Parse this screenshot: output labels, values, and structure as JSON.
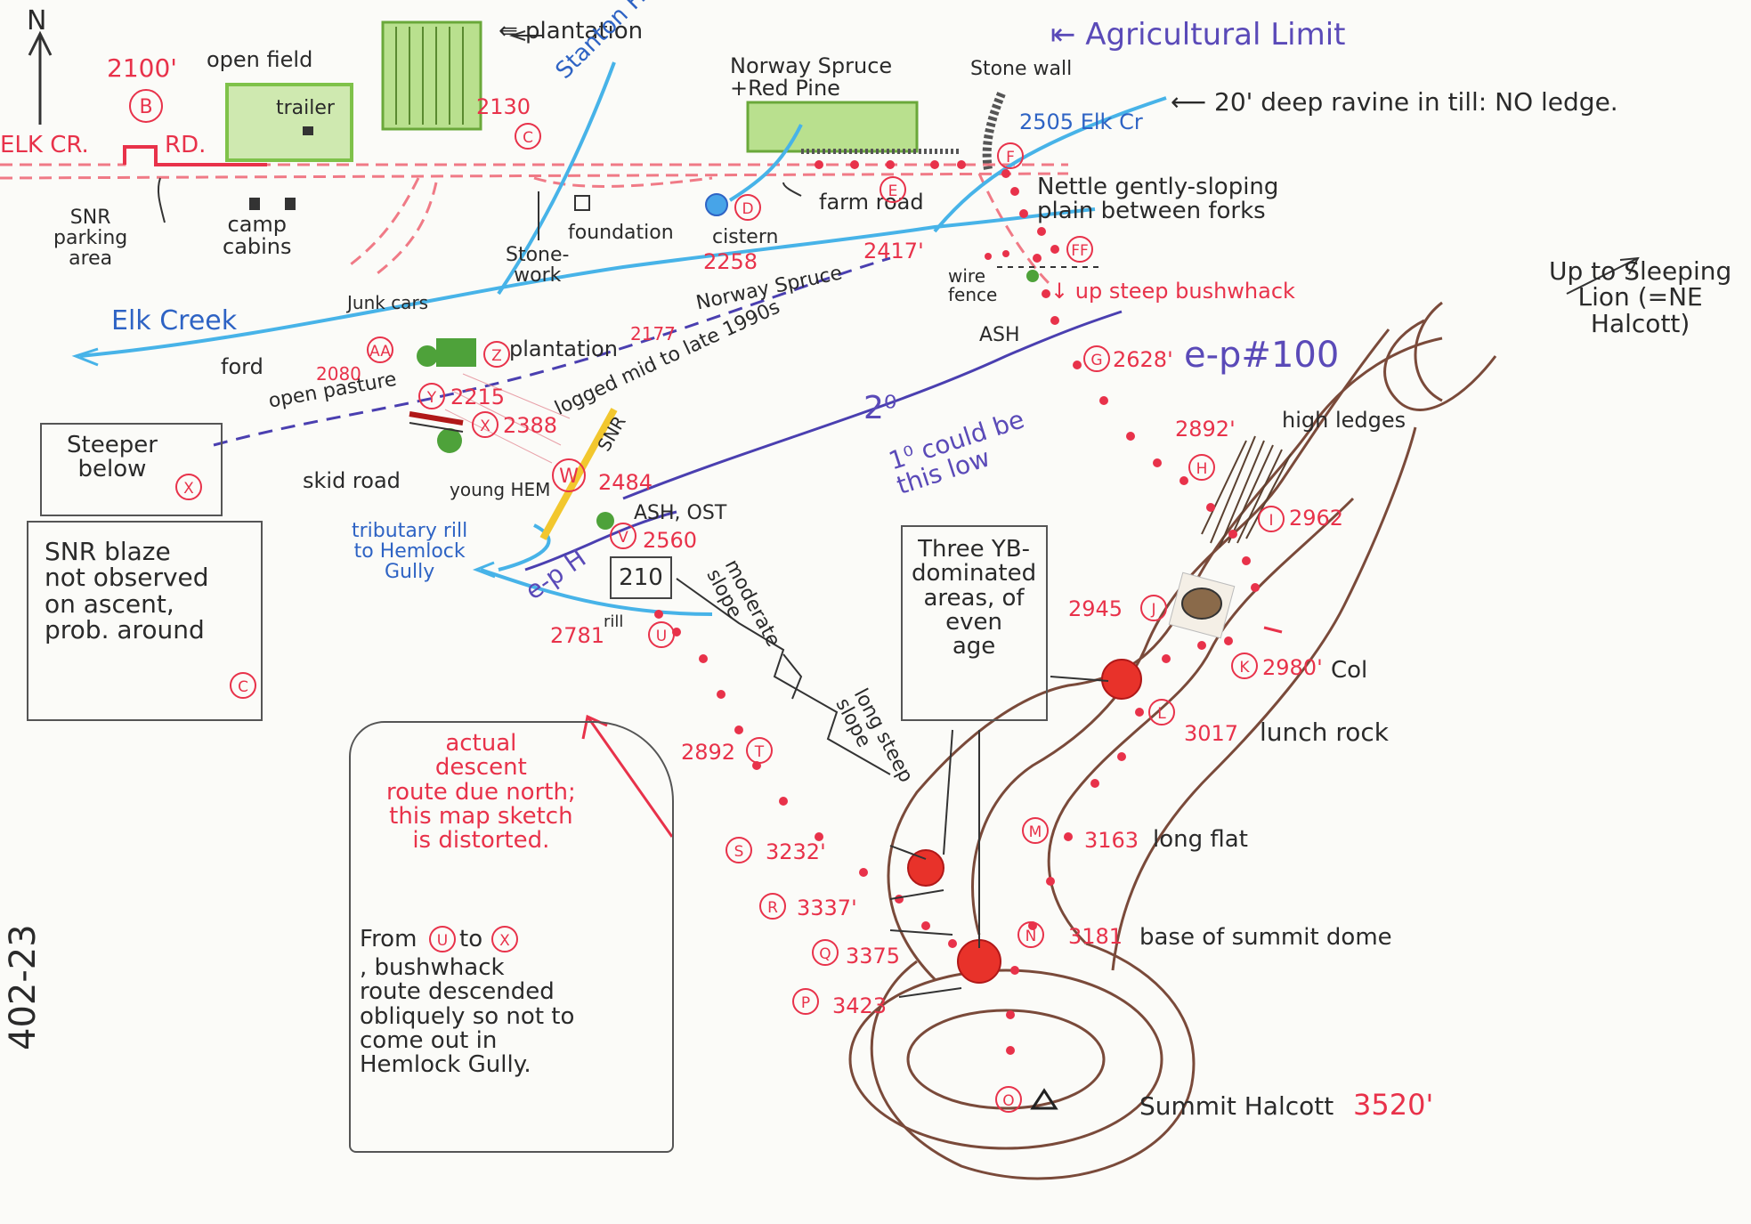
{
  "sheet_number": "402-23",
  "north_label": "N",
  "header": {
    "agricultural_limit": "⇤ Agricultural Limit",
    "ravine_note": "⟵ 20' deep ravine in till: NO ledge."
  },
  "roads": {
    "elk_cr": "ELK CR.",
    "rd": "RD.",
    "farm_road": "farm road"
  },
  "features": {
    "open_field": "open field",
    "trailer": "trailer",
    "plantation_top": "⇚ plantation",
    "stanton_hollow": "Stanton Hollow",
    "norway_spruce_red_pine": "Norway Spruce\n+Red Pine",
    "stone_wall": "Stone wall",
    "elk_cr_2505": "2505 Elk Cr",
    "snr_parking": "SNR\nparking\narea",
    "camp_cabins": "camp\ncabins",
    "stonework": "Stone-\nwork",
    "foundation": "foundation",
    "cistern": "cistern",
    "nettle": "Nettle gently-sloping\nplain between forks",
    "wire_fence": "wire\nfence",
    "ash_fence": "ASH",
    "up_steep": "↓ up steep bushwhack",
    "junk_cars": "Junk cars",
    "elk_creek": "Elk Creek",
    "ford": "ford",
    "plantation_mid": "plantation",
    "norway_spruce_mid": "Norway Spruce",
    "open_pasture": "open pasture",
    "logged": "logged mid to late 1990s",
    "skid_road": "skid road",
    "young_hem": "young HEM",
    "snr_mid": "SNR",
    "ash_ost": "ASH, OST",
    "tributary": "tributary rill\nto Hemlock\nGully",
    "rill": "rill",
    "epp": "e-p H",
    "box_210": "210",
    "ep100": "e-p#100",
    "two_zero": "2⁰",
    "one_zero": "1⁰ could be\nthis low",
    "up_to_sleeping": "Up to Sleeping\nLion (=NE\nHalcott)",
    "high_ledges": "high ledges",
    "col": "Col",
    "lunch_rock": "lunch rock",
    "long_flat": "long flat",
    "base_dome": "base of summit dome",
    "summit": "Summit Halcott",
    "summit_elev": "3520'",
    "moderate_slope": "moderate\nslope",
    "long_steep_slope": "long steep\nslope"
  },
  "notes": {
    "steeper_below": "Steeper\nbelow",
    "snr_blaze": "SNR blaze\nnot observed\non ascent,\nprob. around",
    "three_yb": "Three YB-\ndominated\nareas, of\neven\nage",
    "actual_descent": "actual\ndescent\nroute due north;\nthis map sketch\nis distorted.",
    "from_u_to_x_1": "From",
    "from_u_to_x_2": "to",
    "from_u_to_x_3": ", bushwhack\nroute descended\nobliquely so not to\ncome out in\nHemlock Gully."
  },
  "waypoints": {
    "B": "B",
    "C": "C",
    "D": "D",
    "E": "E",
    "F": "F",
    "FF": "FF",
    "G": "G",
    "H": "H",
    "I": "I",
    "J": "J",
    "K": "K",
    "L": "L",
    "M": "M",
    "N": "N",
    "O": "O",
    "P": "P",
    "Q": "Q",
    "R": "R",
    "S": "S",
    "T": "T",
    "U": "U",
    "V": "V",
    "W": "W",
    "X": "X",
    "Y": "Y",
    "Z": "Z",
    "AA": "AA"
  },
  "elevations": {
    "B": "2100'",
    "C": "2130",
    "D": "2258",
    "E": "2417'",
    "G": "2628'",
    "H": "2892'",
    "I": "2962",
    "J": "2945",
    "K": "2980'",
    "L": "3017",
    "M": "3163",
    "N": "3181",
    "P": "3423",
    "Q": "3375",
    "R": "3337'",
    "S": "3232'",
    "T": "2892",
    "U": "2781",
    "V": "2560",
    "W": "2484",
    "X": "2388",
    "Y": "2215",
    "Z": "2177",
    "AA": "2080"
  },
  "colors": {
    "road_red": "#f07a86",
    "route_red": "#e8324a",
    "stream_blue": "#47b3e8",
    "trail_purple": "#4a3fb0",
    "contour_brown": "#7a4a3a",
    "field_green": "#7fc24a",
    "pencil": "#444444",
    "snr_yellow": "#f2c72e"
  }
}
